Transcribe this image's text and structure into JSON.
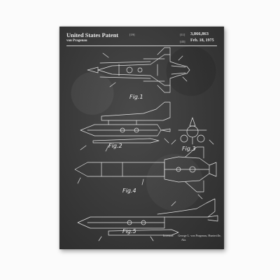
{
  "header": {
    "title": "United States Patent",
    "ref19": "[19]",
    "inventor_short": "von Pragenau",
    "ref11": "[11]",
    "patent_number": "3,866,863",
    "ref45": "[45]",
    "date": "Feb. 18, 1975"
  },
  "figures": [
    "Fig.1",
    "Fig.2",
    "Fig.3",
    "Fig.4",
    "Fig.5"
  ],
  "footer": {
    "inventor_label": "Inventor:",
    "inventor_line1": "George L. von Pragenau, Huntsville,",
    "inventor_line2": "Ala."
  },
  "colors": {
    "board": "#393939",
    "ink": "#e8e8e8",
    "wall": "#fbfbfb"
  }
}
